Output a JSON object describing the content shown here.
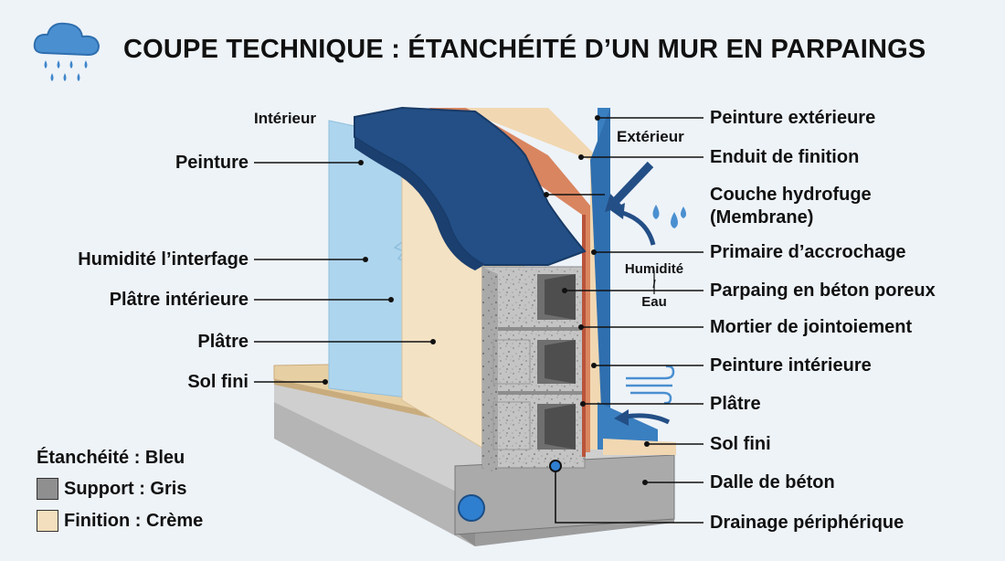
{
  "title": "COUPE TECHNIQUE : ÉTANCHÉITÉ D’UN MUR EN PARPAINGS",
  "icon": "rain-cloud-icon",
  "side_labels": {
    "interior": "Intérieur",
    "exterior": "Extérieur"
  },
  "left_labels": [
    "Peinture",
    "Humidité l’interfage",
    "Plâtre intérieure",
    "Plâtre",
    "Sol fini"
  ],
  "right_labels": [
    "Peinture extérieure",
    "Enduit de finition",
    "Couche hydrofuge",
    "(Membrane)",
    "Primaire d’accrochage",
    "Parpaing en béton poreux",
    "Mortier de jointoiement",
    "Peinture intérieure",
    "Plâtre",
    "Sol fini",
    "Dalle de béton",
    "Drainage périphérique"
  ],
  "moisture": {
    "top": "Humidité",
    "sep": "/",
    "bottom": "Eau"
  },
  "legend": {
    "title": "Étanchéité : Bleu",
    "items": [
      {
        "label": "Support : Gris",
        "color": "#8f8f8f"
      },
      {
        "label": "Finition : Crème",
        "color": "#f3dfbd"
      }
    ]
  },
  "colors": {
    "membrane_blue": "#234f86",
    "exterior_blue": "#3a7fc0",
    "interior_blue": "#aed5ee",
    "cream": "#f4e2c4",
    "concrete": "#bdbdbd",
    "render_orange": "#d98560"
  }
}
